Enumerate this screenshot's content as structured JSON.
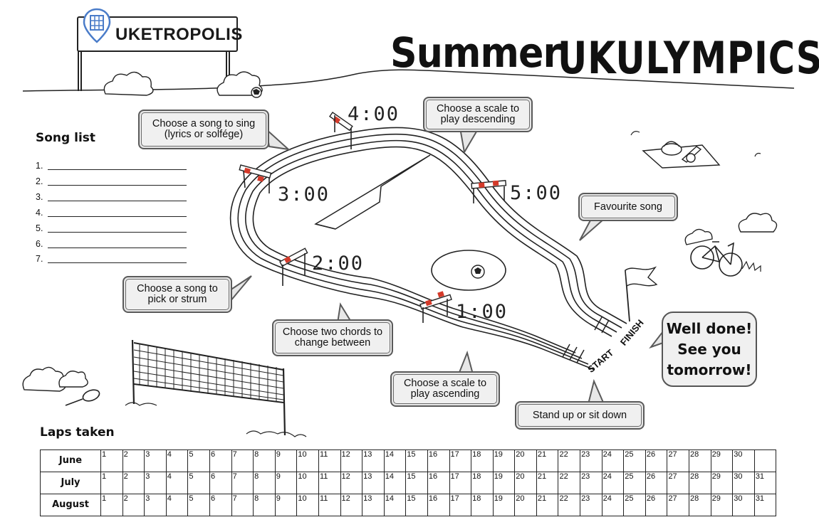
{
  "sign": {
    "brand": "UKETROPOLIS"
  },
  "title": {
    "part1": "Summer",
    "part2": "UKULYMPICS"
  },
  "song_list": {
    "title": "Song list",
    "items": [
      "1.",
      "2.",
      "3.",
      "4.",
      "5.",
      "6.",
      "7."
    ]
  },
  "times": {
    "t1": "1:00",
    "t2": "2:00",
    "t3": "3:00",
    "t4": "4:00",
    "t5": "5:00"
  },
  "bubbles": {
    "song_to_sing": "Choose a song to sing (lyrics or solfége)",
    "scale_descending": "Choose a scale to play descending",
    "favourite_song": "Favourite song",
    "pick_or_strum": "Choose a song to pick or strum",
    "two_chords": "Choose two chords to  change between",
    "scale_ascending": "Choose a scale to play ascending",
    "stand_or_sit": "Stand up or sit down"
  },
  "well_done": {
    "line1": "Well done!",
    "line2": "See you",
    "line3": "tomorrow!"
  },
  "track_labels": {
    "start": "START",
    "finish": "FINISH"
  },
  "laps": {
    "title": "Laps taken",
    "rows": [
      {
        "month": "June",
        "days": [
          "1",
          "2",
          "3",
          "4",
          "5",
          "6",
          "7",
          "8",
          "9",
          "10",
          "11",
          "12",
          "13",
          "14",
          "15",
          "16",
          "17",
          "18",
          "19",
          "20",
          "21",
          "22",
          "23",
          "24",
          "25",
          "26",
          "27",
          "28",
          "29",
          "30",
          ""
        ]
      },
      {
        "month": "July",
        "days": [
          "1",
          "2",
          "3",
          "4",
          "5",
          "6",
          "7",
          "8",
          "9",
          "10",
          "11",
          "12",
          "13",
          "14",
          "15",
          "16",
          "17",
          "18",
          "19",
          "20",
          "21",
          "22",
          "23",
          "24",
          "25",
          "26",
          "27",
          "28",
          "29",
          "30",
          "31"
        ]
      },
      {
        "month": "August",
        "days": [
          "1",
          "2",
          "3",
          "4",
          "5",
          "6",
          "7",
          "8",
          "9",
          "10",
          "11",
          "12",
          "13",
          "14",
          "15",
          "16",
          "17",
          "18",
          "19",
          "20",
          "21",
          "22",
          "23",
          "24",
          "25",
          "26",
          "27",
          "28",
          "29",
          "30",
          "31"
        ]
      }
    ]
  },
  "colors": {
    "bubble_fill": "#e7e7e7",
    "hurdle_red": "#d43a2a",
    "sign_logo_blue": "#4a7cc9"
  }
}
